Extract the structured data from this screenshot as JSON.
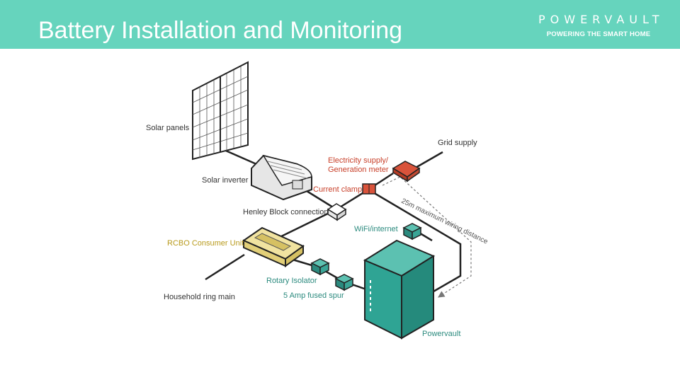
{
  "header": {
    "title": "Battery Installation and Monitoring",
    "brand_logo": "POWERVAULT",
    "brand_tagline": "POWERING THE SMART HOME",
    "bg_color": "#66d4bd"
  },
  "diagram": {
    "labels": {
      "solar_panels": "Solar panels",
      "solar_inverter": "Solar inverter",
      "grid_supply": "Grid supply",
      "meter_line1": "Electricity supply/",
      "meter_line2": "Generation meter",
      "current_clamp": "Current clamp",
      "henley_block": "Henley Block connection",
      "wifi": "WiFi/internet",
      "rcbo": "RCBO Consumer Unit",
      "rotary_isolator": "Rotary Isolator",
      "fused_spur": "5 Amp fused spur",
      "household_ring": "Household ring main",
      "powervault": "Powervault",
      "wiring_distance": "25m maximum wiring distance"
    },
    "colors": {
      "meter": "#d9533b",
      "consumer_unit": "#f1e3a0",
      "battery": "#2fa494",
      "isolator": "#3aa596"
    }
  }
}
